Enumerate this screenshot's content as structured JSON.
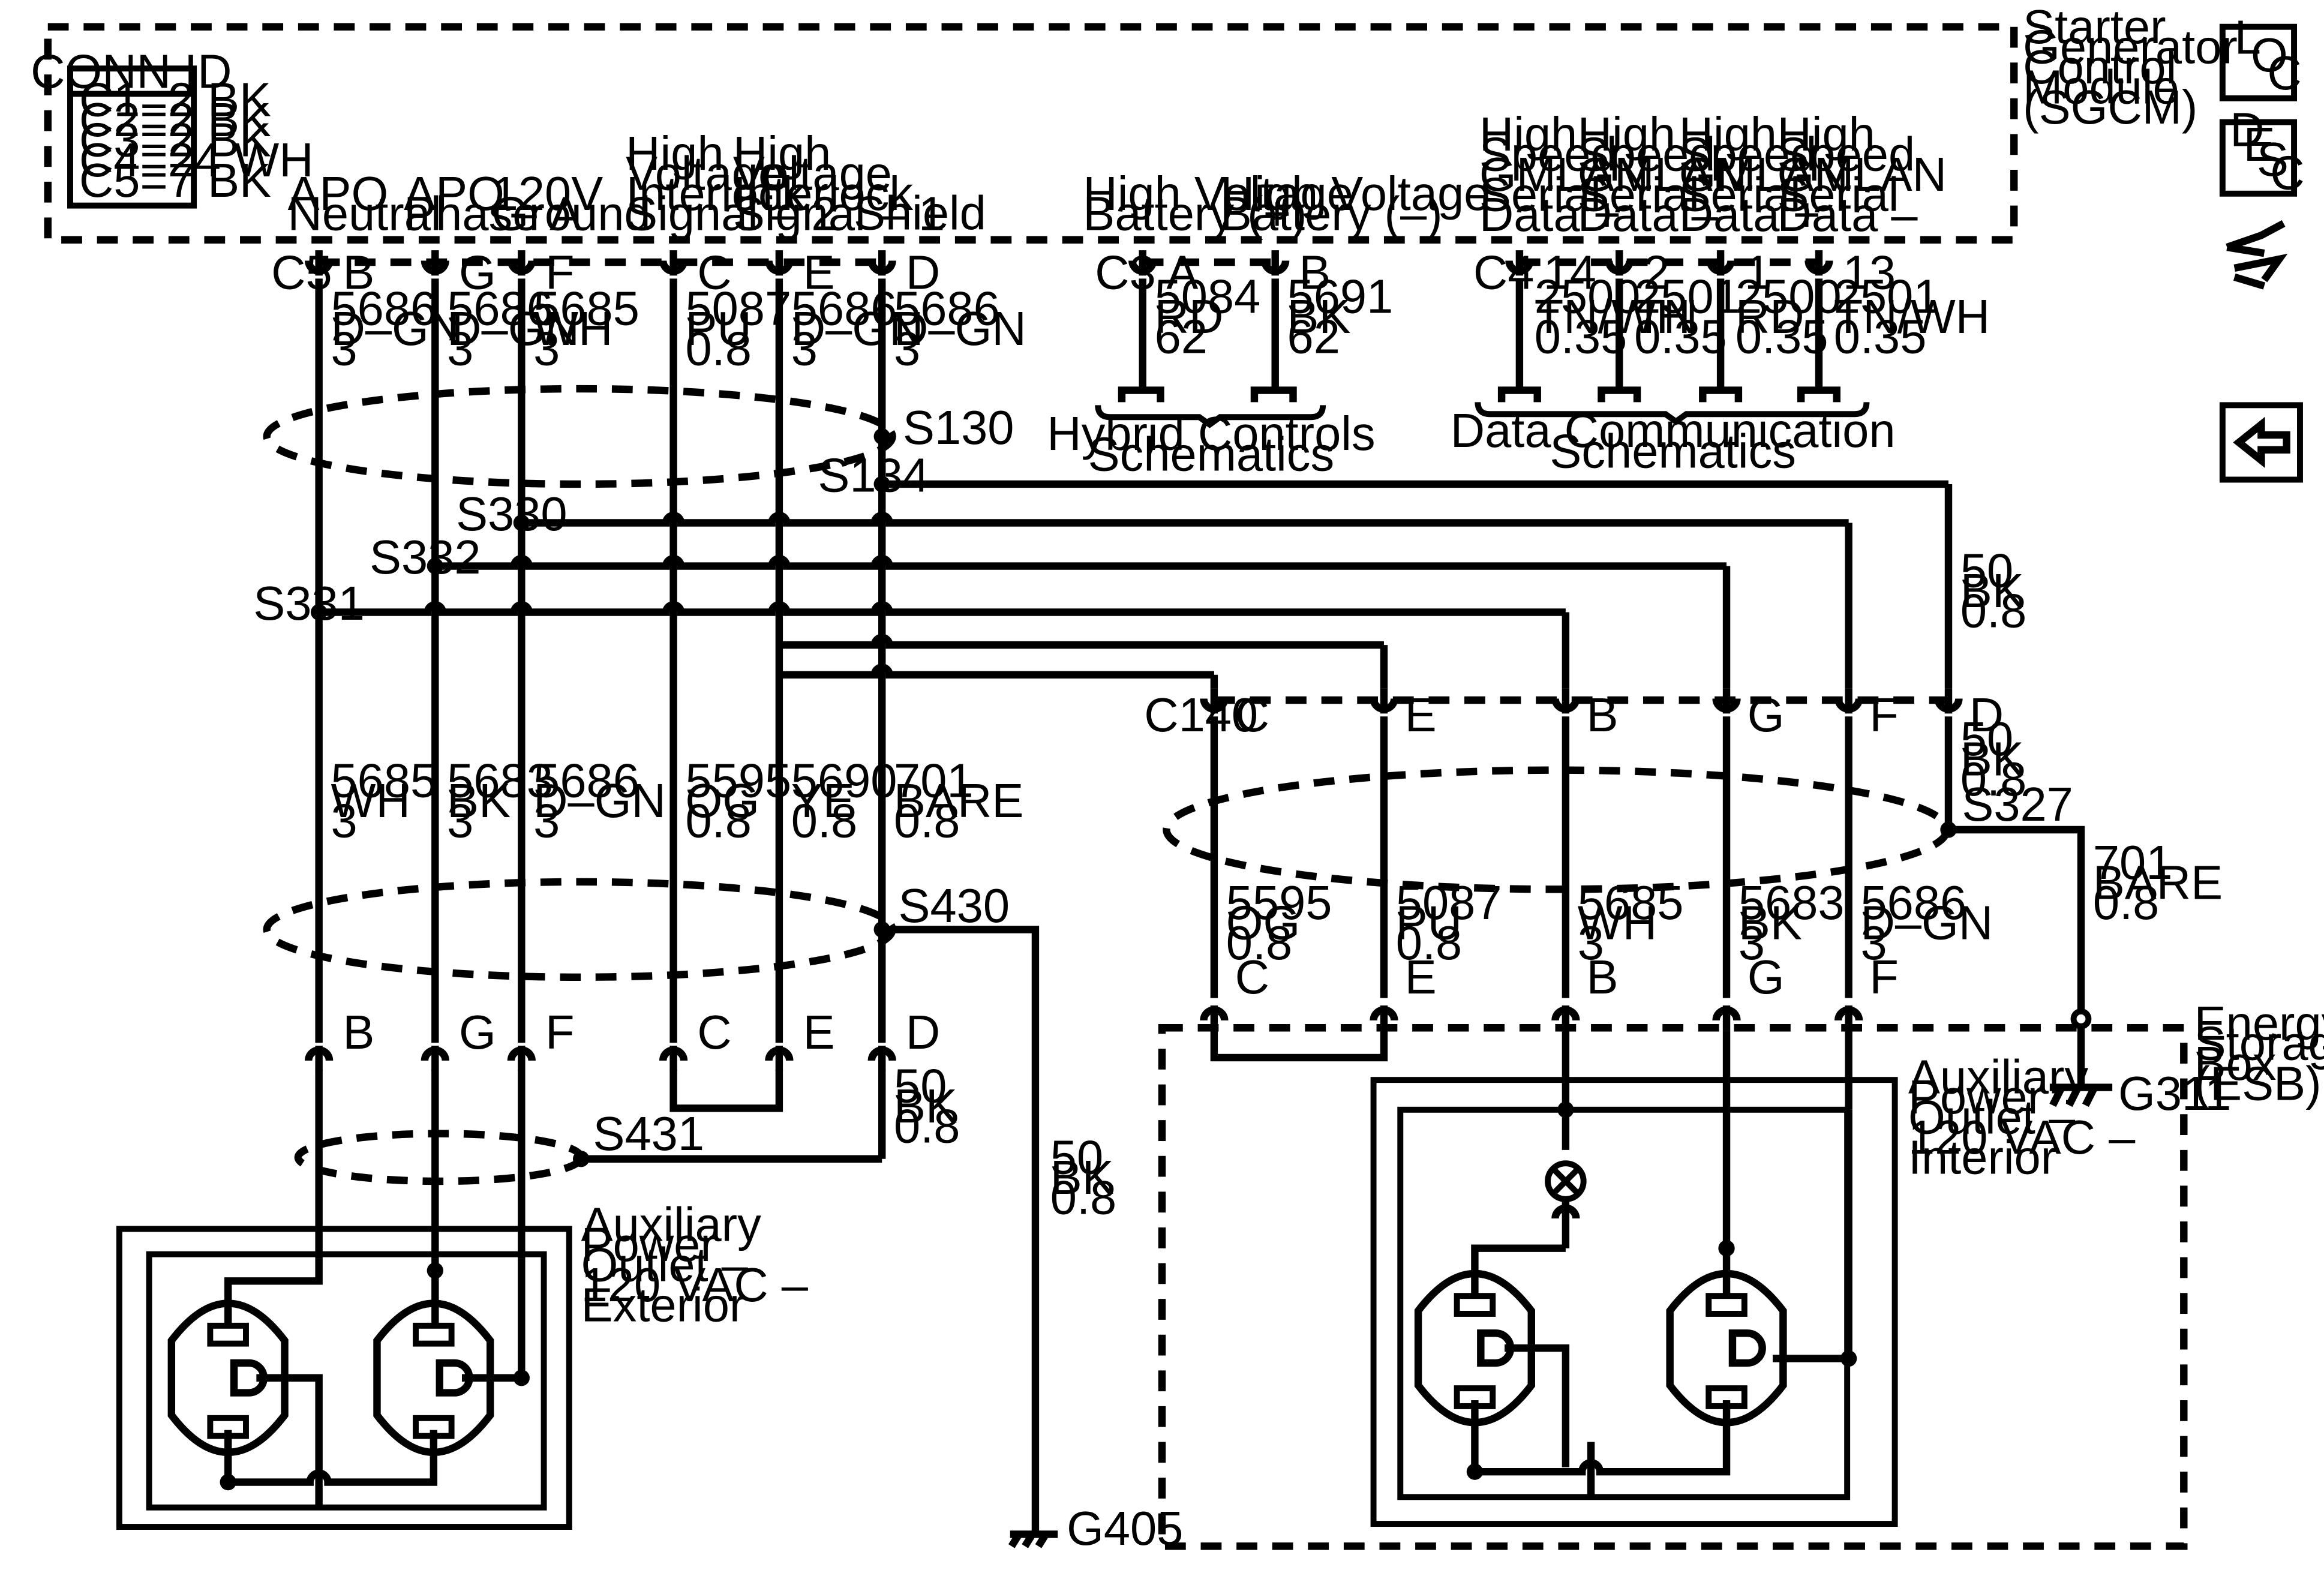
{
  "module": {
    "name_lines": [
      "Starter",
      "Generator",
      "Control",
      "Module",
      "(SGCM)"
    ],
    "conn_id_title": "CONN ID",
    "conn_ids": [
      "C1=2 BK",
      "C2=2 BK",
      "C3=2 BK",
      "C4=24 WH",
      "C5=7 BK"
    ]
  },
  "nav_icons": {
    "loc": [
      "L",
      "O",
      "C"
    ],
    "desc": [
      "D",
      "E",
      "S",
      "C"
    ],
    "icons": [
      "loc-icon",
      "desc-icon",
      "connector-hand-icon",
      "back-arrow-icon"
    ]
  },
  "pin_labels": {
    "apo_neutral": [
      "APO",
      "Neutral"
    ],
    "apo_phase_a": [
      "APO",
      "Phase A"
    ],
    "ground_120v": [
      "120V",
      "Ground"
    ],
    "hvil_2": [
      "High",
      "Voltage",
      "Interlock",
      "Signal – 2"
    ],
    "hvil_1": [
      "High",
      "Voltage",
      "Interlock",
      "Signal – 1"
    ],
    "shield": [
      "Shield"
    ],
    "hv_bat_pos": [
      "High Voltage",
      "Battery (+)"
    ],
    "hv_bat_neg": [
      "High Voltage",
      "Battery (–)"
    ],
    "gmlan_data_pos_a": [
      "High",
      "Speed",
      "GMLAN",
      "Serial",
      "Data +"
    ],
    "gmlan_data_neg_a": [
      "High",
      "Speed",
      "GMLAN",
      "Serial",
      "Data –"
    ],
    "gmlan_data_pos_b": [
      "High",
      "Speed",
      "GMLAN",
      "Serial",
      "Data +"
    ],
    "gmlan_data_neg_b": [
      "High",
      "Speed",
      "GMLAN",
      "Serial",
      "Data –"
    ]
  },
  "connectors": {
    "c5": {
      "id": "C5",
      "pins": [
        "B",
        "G",
        "F",
        "C",
        "E",
        "D"
      ]
    },
    "c3": {
      "id": "C3",
      "pins": [
        "A",
        "B"
      ]
    },
    "c4": {
      "id": "C4",
      "pins": [
        "14",
        "2",
        "1",
        "13"
      ]
    },
    "c140_top": {
      "id": "C140",
      "pins": [
        "C",
        "E",
        "B",
        "G",
        "F",
        "D"
      ]
    },
    "c140_bottom": {
      "pins": [
        "C",
        "E",
        "B",
        "G",
        "F"
      ]
    },
    "ext_outlet": {
      "pins": [
        "B",
        "G",
        "F",
        "C",
        "E",
        "D"
      ]
    }
  },
  "wires_top": {
    "c5": [
      [
        "5686",
        "D–GN",
        "3"
      ],
      [
        "5686",
        "D–GN",
        "3"
      ],
      [
        "5685",
        "WH",
        "3"
      ],
      [
        "5087",
        "PU",
        "0.8"
      ],
      [
        "5686",
        "D–GN",
        "3"
      ],
      [
        "5686",
        "D–GN",
        "3"
      ]
    ],
    "c3": [
      [
        "5084",
        "RD",
        "62"
      ],
      [
        "5691",
        "BK",
        "62"
      ]
    ],
    "c4": [
      [
        "2500",
        "TN/WH",
        "0.35"
      ],
      [
        "2501",
        "TN",
        "0.35"
      ],
      [
        "2500",
        "RD",
        "0.35"
      ],
      [
        "2501",
        "TN/WH",
        "0.35"
      ]
    ]
  },
  "wires_mid": [
    [
      "5685",
      "WH",
      "3"
    ],
    [
      "5683",
      "BK",
      "3"
    ],
    [
      "5686",
      "D–GN",
      "3"
    ],
    [
      "5595",
      "OG",
      "0.8"
    ],
    [
      "5690",
      "YE",
      "0.8"
    ],
    [
      "701",
      "BARE",
      "0.8"
    ]
  ],
  "wires_c140": [
    [
      "5595",
      "OG",
      "0.8"
    ],
    [
      "5087",
      "PU",
      "0.8"
    ],
    [
      "5685",
      "WH",
      "3"
    ],
    [
      "5683",
      "BK",
      "3"
    ],
    [
      "5686",
      "D–GN",
      "3"
    ]
  ],
  "wire_misc": {
    "s134_to_c140": [
      "50",
      "BK",
      "0.8"
    ],
    "c140_d": [
      "50",
      "BK",
      "0.8"
    ],
    "s327_to_g311": [
      "701",
      "BARE",
      "0.8"
    ],
    "ext_d": [
      "50",
      "BK",
      "0.8"
    ],
    "to_g405": [
      "50",
      "BK",
      "0.8"
    ]
  },
  "splices": [
    "S130",
    "S134",
    "S330",
    "S332",
    "S331",
    "S327",
    "S430",
    "S431"
  ],
  "grounds": [
    "G311",
    "G405"
  ],
  "references": {
    "hybrid": [
      "Hybrid Controls",
      "Schematics"
    ],
    "data_comm": [
      "Data Communication",
      "Schematics"
    ]
  },
  "components": {
    "ext_outlet": [
      "Auxiliary",
      "Power",
      "Outlet –",
      "120 VAC –",
      "Exterior"
    ],
    "int_outlet": [
      "Auxiliary",
      "Power",
      "Outlet –",
      "120 VAC –",
      "Interior"
    ],
    "esb": [
      "Energy",
      "Storage",
      "Box",
      "(ESB)"
    ]
  }
}
